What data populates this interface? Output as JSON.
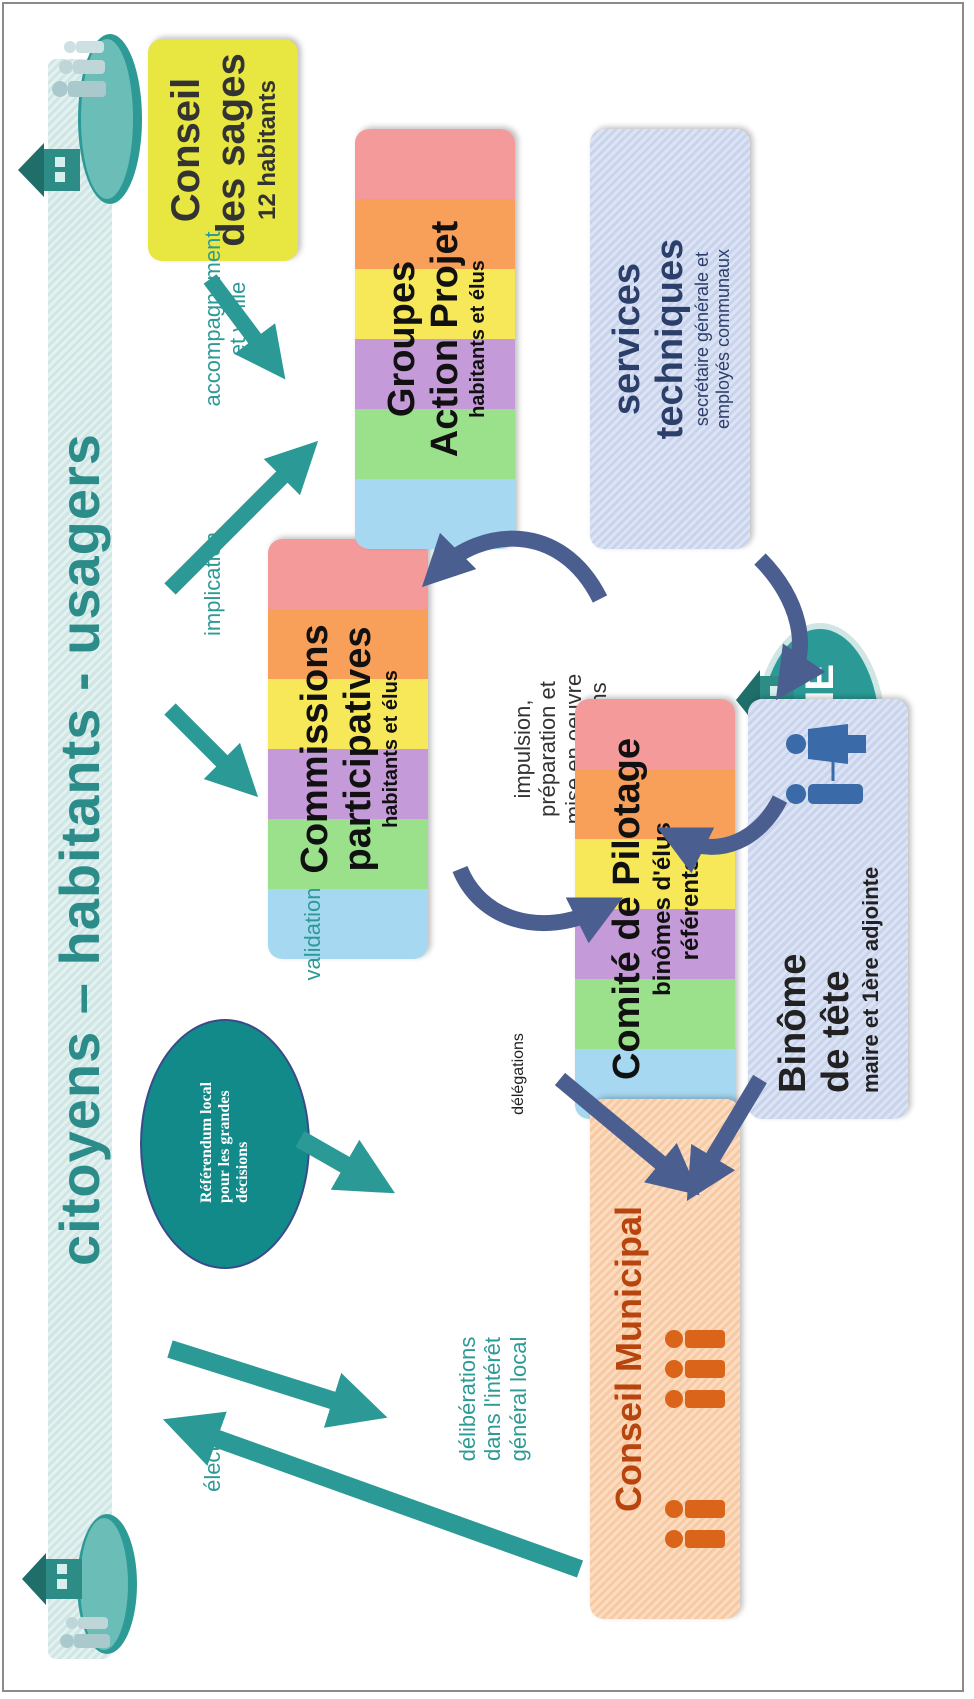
{
  "title": "citoyens – habitants - usagers",
  "conseil_sages": {
    "line1": "Conseil",
    "line2": "des sages",
    "line3": "12 habitants"
  },
  "accompagnement": {
    "line1": "accompagnement",
    "line2": "et veille"
  },
  "implication": "implication",
  "validation": "validation",
  "election": "élection",
  "deliberations": {
    "line1": "délibérations",
    "line2": "dans l'intérêt",
    "line3": "général local"
  },
  "delegations": "délégations",
  "referendum": {
    "line1": "Référendum local",
    "line2": "pour les grandes",
    "line3": "décisions"
  },
  "commissions": {
    "line1": "Commissions",
    "line2": "participatives",
    "line3": "habitants et élus"
  },
  "groupes": {
    "line1": "Groupes",
    "line2": "Action Projet",
    "line3": "habitants et élus"
  },
  "services": {
    "line1": "services",
    "line2": "techniques",
    "line3": "secrétaire générale et",
    "line4": "employés communaux"
  },
  "cycle": {
    "line1": "impulsion,",
    "line2": "préparation et",
    "line3": "mise en oeuvre",
    "line4": "des décisions"
  },
  "mairie": "MAIRIE",
  "comite": {
    "line1": "Comité de Pilotage",
    "line2": "binômes d'élus",
    "line3": "référents"
  },
  "binome": {
    "line1": "Binôme",
    "line2": "de tête",
    "line3": "maire et 1ère adjointe"
  },
  "conseil_municipal": "Conseil Municipal",
  "colors": {
    "teal": "#2b9a96",
    "navy": "#4a5e8f",
    "rainbow": [
      "#f59a9a",
      "#f8a05a",
      "#f7e85a",
      "#c59ad8",
      "#9be08a",
      "#a6d8f2"
    ],
    "sages": "#e8e640",
    "referendum": "#128a89"
  }
}
